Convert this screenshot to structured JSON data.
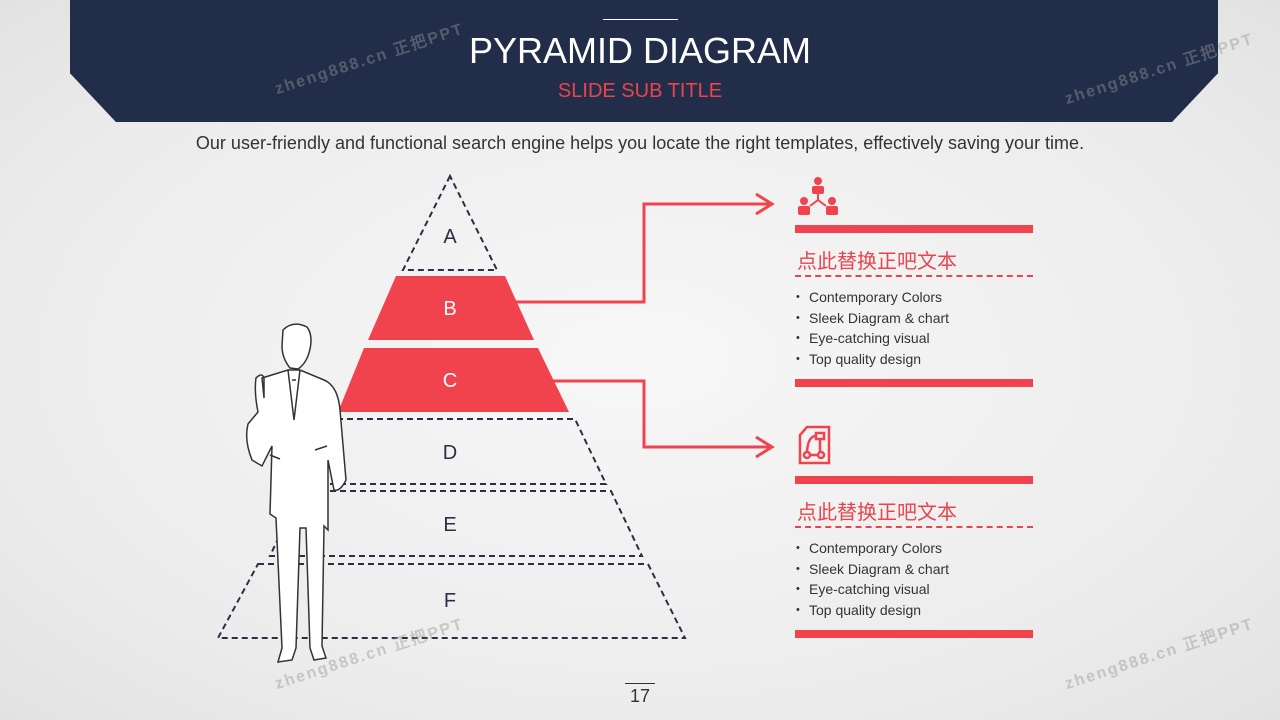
{
  "header": {
    "title": "PYRAMID DIAGRAM",
    "subtitle": "SLIDE SUB TITLE"
  },
  "description": "Our user-friendly and functional search engine helps you locate the right templates, effectively saving your time.",
  "pyramid": {
    "levels": [
      "A",
      "B",
      "C",
      "D",
      "E",
      "F"
    ],
    "highlighted": [
      "B",
      "C"
    ]
  },
  "cards": [
    {
      "icon": "people-hierarchy-icon",
      "title": "点此替换正吧文本",
      "items": [
        "Contemporary  Colors",
        "Sleek Diagram  & chart",
        "Eye-catching  visual",
        "Top quality  design"
      ]
    },
    {
      "icon": "flowchart-document-icon",
      "title": "点此替换正吧文本",
      "items": [
        "Contemporary  Colors",
        "Sleek Diagram  & chart",
        "Eye-catching  visual",
        "Top quality  design"
      ]
    }
  ],
  "page_number": "17",
  "watermark": "zheng888.cn 正把PPT",
  "colors": {
    "accent": "#f0434d",
    "navy": "#222d4a"
  }
}
